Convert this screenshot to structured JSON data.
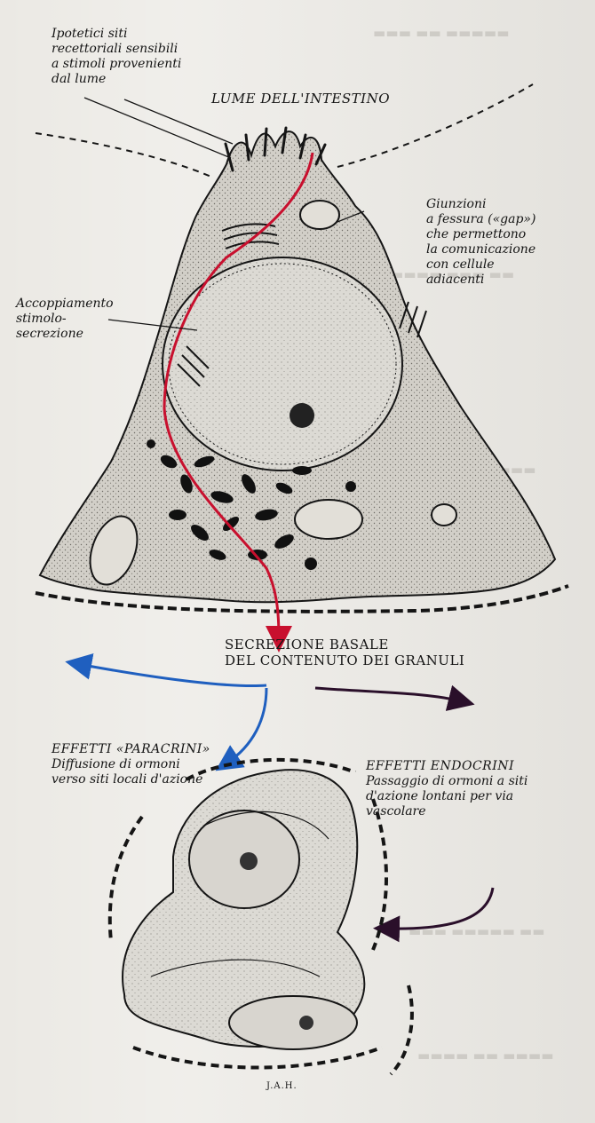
{
  "labels": {
    "receptor_sites": [
      "Ipotetici siti",
      "recettoriali sensibili",
      "a stimoli provenienti",
      "dal lume"
    ],
    "lumen": "LUME DELL'INTESTINO",
    "gap_junctions": [
      "Giunzioni",
      "a fessura («gap»)",
      "che permettono",
      "la comunicazione",
      "con cellule",
      "adiacenti"
    ],
    "coupling": [
      "Accoppiamento",
      "stimolo-",
      "secrezione"
    ],
    "basal_secretion": [
      "SECREZIONE BASALE",
      "DEL CONTENUTO DEI GRANULI"
    ],
    "paracrine_title": "EFFETTI «PARACRINI»",
    "paracrine_desc": [
      "Diffusione di ormoni",
      "verso siti locali d'azione"
    ],
    "endocrine_title": "EFFETTI ENDOCRINI",
    "endocrine_desc": [
      "Passaggio di ormoni a siti",
      "d'azione lontani per via",
      "vascolare"
    ],
    "signature": "J.A.H."
  },
  "colors": {
    "stimulus_path": "#c8102e",
    "paracrine_arrow": "#1f5fbf",
    "endocrine_arrow": "#2a0f2a",
    "ink": "#151515",
    "cell_fill": "#cdcac3"
  }
}
